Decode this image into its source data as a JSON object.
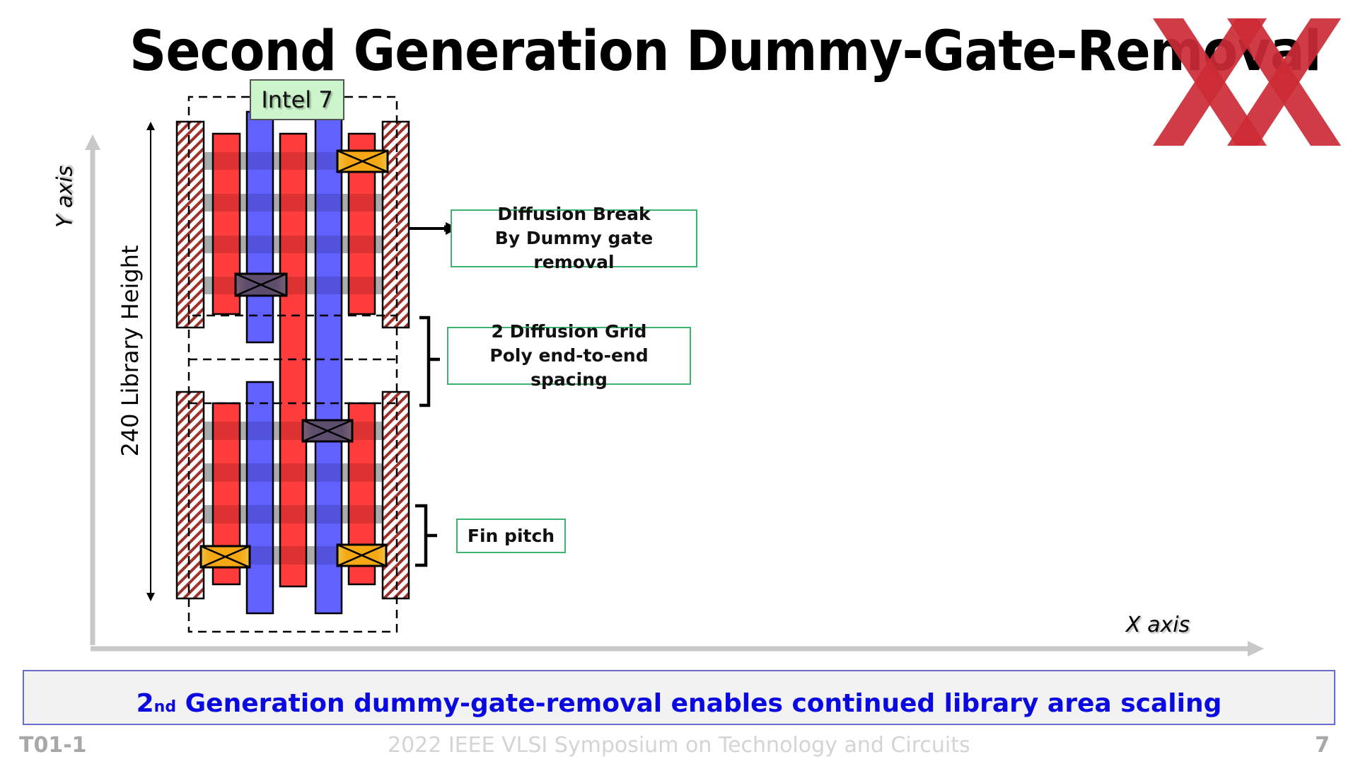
{
  "slide": {
    "title": "Second Generation Dummy-Gate-Removal",
    "logo_icon": "red-xx-logo-icon",
    "accent_logo_color": "#cc2b35"
  },
  "diagram": {
    "process_label": "Intel 7",
    "y_axis_label": "Y axis",
    "x_axis_label": "X axis",
    "library_height_label": "240 Library Height",
    "callouts": [
      {
        "lines": [
          "Diffusion Break",
          "By Dummy gate removal"
        ]
      },
      {
        "lines": [
          "2 Diffusion Grid",
          "Poly end-to-end spacing"
        ]
      },
      {
        "lines": [
          "Fin pitch"
        ]
      }
    ],
    "legend_colors": {
      "gate_red": "#ff3333",
      "gate_blue": "#5858ff",
      "fin_gray": "#c4c4c4",
      "diffusion_break_hatch": "#a0302a",
      "contact_orange": "#f5a814",
      "contact_dark": "#5e4e6e",
      "label_green": "#ccf5cc",
      "callout_border": "#3cb371"
    }
  },
  "banner": {
    "prefix_number": "2",
    "superscript": "nd",
    "text": " Generation dummy-gate-removal enables continued library area scaling",
    "text_color": "#0a0ae0"
  },
  "footer": {
    "session_id": "T01-1",
    "conference": "2022 IEEE VLSI Symposium on Technology and Circuits",
    "page_number": "7"
  }
}
